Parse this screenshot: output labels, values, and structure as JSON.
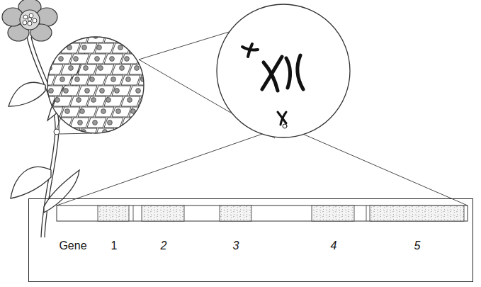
{
  "diagram": {
    "nodes": [
      {
        "text": [
          "Gene",
          "1",
          "2",
          "3",
          "4",
          "5"
        ]
      }
    ]
  }
}
